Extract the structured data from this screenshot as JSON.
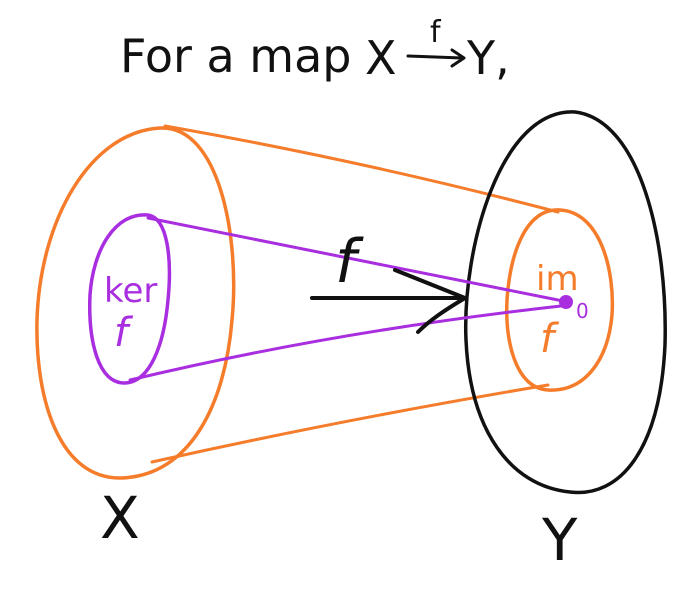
{
  "title": {
    "prefix": "For a map",
    "source": "X",
    "arrow_label": "f",
    "target": "Y,"
  },
  "sets": {
    "domain_label": "X",
    "codomain_label": "Y",
    "kernel_line1": "ker",
    "kernel_line2": "f",
    "image_line1": "im",
    "image_line2": "f",
    "zero_label": "0"
  },
  "map_label": "f",
  "colors": {
    "ink": "#111111",
    "orange": "#f57c2a",
    "purple": "#a82ee0"
  }
}
